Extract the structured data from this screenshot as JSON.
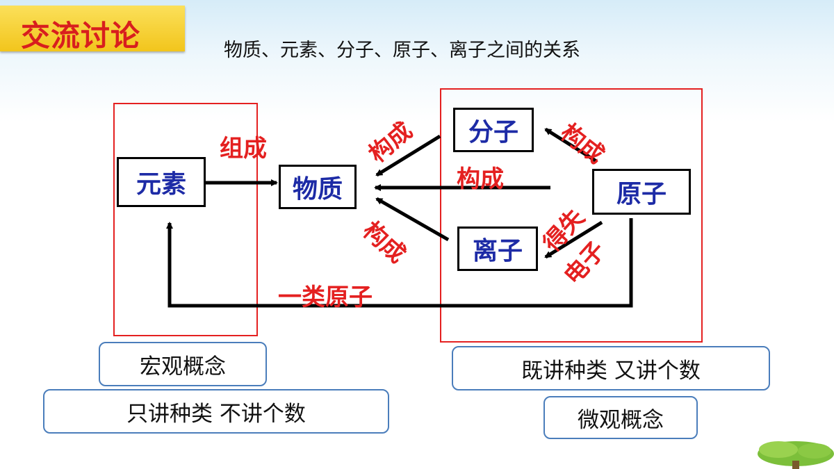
{
  "header": {
    "badge": "交流讨论",
    "subtitle": "物质、元素、分子、原子、离子之间的关系"
  },
  "nodes": {
    "element": "元素",
    "substance": "物质",
    "molecule": "分子",
    "atom": "原子",
    "ion": "离子"
  },
  "edge_labels": {
    "compose": "组成",
    "constitute_molecule": "构成",
    "constitute_atom": "构成",
    "constitute_ion": "构成",
    "atom_to_molecule": "构成",
    "gain_lose": "得失",
    "electron": "电子",
    "same_kind_atom": "一类原子"
  },
  "notes": {
    "macro": "宏观概念",
    "macro_desc": "只讲种类 不讲个数",
    "micro_desc": "既讲种类 又讲个数",
    "micro": "微观概念"
  },
  "colors": {
    "node_text": "#1d2ba6",
    "label_red": "#e42020",
    "frame_red": "#e42020",
    "pill_border": "#4a7dbb",
    "badge_bg": "#f2c51c"
  }
}
